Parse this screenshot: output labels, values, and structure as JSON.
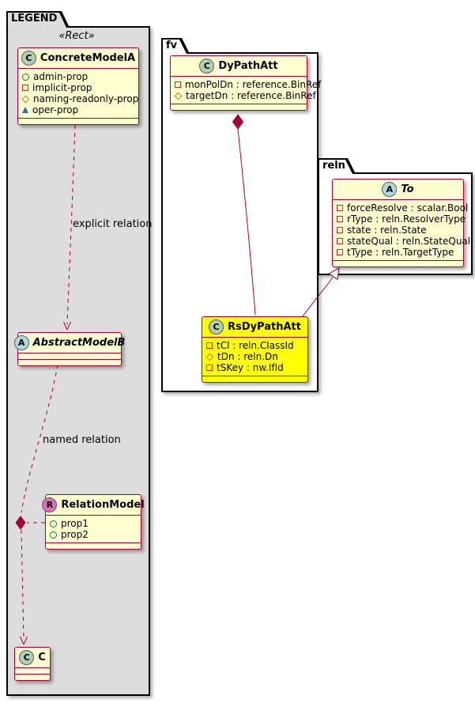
{
  "packages": {
    "legend": {
      "title": "LEGEND",
      "stereotype": "«Rect»"
    },
    "fv": {
      "title": "fv"
    },
    "reln": {
      "title": "reln"
    }
  },
  "classes": {
    "concreteModelA": {
      "spot": "C",
      "name": "ConcreteModelA",
      "members": [
        {
          "icon": "public-circle-icon",
          "text": "admin-prop"
        },
        {
          "icon": "private-square-icon",
          "text": "implicit-prop"
        },
        {
          "icon": "protected-diamond-icon",
          "text": "naming-readonly-prop"
        },
        {
          "icon": "package-triangle-icon",
          "text": "oper-prop"
        }
      ]
    },
    "abstractModelB": {
      "spot": "A",
      "name": "AbstractModelB"
    },
    "relationModel": {
      "spot": "R",
      "name": "RelationModel",
      "members": [
        {
          "icon": "public-circle-icon",
          "text": "prop1"
        },
        {
          "icon": "public-circle-icon",
          "text": "prop2"
        }
      ]
    },
    "c": {
      "spot": "C",
      "name": "C"
    },
    "dyPathAtt": {
      "spot": "C",
      "name": "DyPathAtt",
      "members": [
        {
          "icon": "private-square-icon",
          "text": "monPolDn : reference.BinRef"
        },
        {
          "icon": "protected-diamond-icon",
          "text": "targetDn : reference.BinRef"
        }
      ]
    },
    "rsDyPathAtt": {
      "spot": "C",
      "name": "RsDyPathAtt",
      "members": [
        {
          "icon": "private-square-icon",
          "text": "tCl : reln.ClassId"
        },
        {
          "icon": "protected-diamond-icon",
          "text": "tDn : reln.Dn"
        },
        {
          "icon": "private-square-icon",
          "text": "tSKey : nw.IfId"
        }
      ]
    },
    "to": {
      "spot": "A",
      "name": "To",
      "members": [
        {
          "icon": "private-square-icon",
          "text": "forceResolve : scalar.Bool"
        },
        {
          "icon": "private-square-icon",
          "text": "rType : reln.ResolverType"
        },
        {
          "icon": "private-square-icon",
          "text": "state : reln.State"
        },
        {
          "icon": "private-square-icon",
          "text": "stateQual : reln.StateQual"
        },
        {
          "icon": "private-square-icon",
          "text": "tType : reln.TargetType"
        }
      ]
    }
  },
  "edges": {
    "explicit": {
      "label": "explicit relation",
      "type": "dashed-dependency"
    },
    "named": {
      "label": "named relation",
      "type": "dashed-dependency-with-junction"
    },
    "composition": {
      "type": "composition"
    },
    "generalization": {
      "type": "generalization"
    }
  },
  "colors": {
    "class_bg": "#FEFECE",
    "class_border": "#A80036",
    "highlight_bg": "#FFFF00",
    "legend_bg": "#DDDDDD",
    "spot_class_bg": "#ADD1B2",
    "spot_abstract_bg": "#A9DCDF",
    "spot_relation_bg": "#E36CC0"
  }
}
